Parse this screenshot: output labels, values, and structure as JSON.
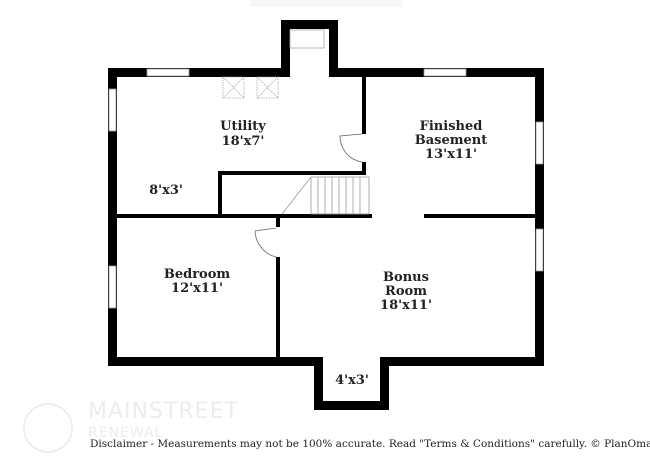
{
  "rooms": {
    "utility": {
      "name": "Utility",
      "size": "18'x7'"
    },
    "closet_left": {
      "size": "8'x3'"
    },
    "finished_basement": {
      "name_line1": "Finished",
      "name_line2": "Basement",
      "size": "13'x11'"
    },
    "bedroom": {
      "name": "Bedroom",
      "size": "12'x11'"
    },
    "bonus_room": {
      "name_line1": "Bonus",
      "name_line2": "Room",
      "size": "18'x11'"
    },
    "alcove": {
      "size": "4'x3'"
    }
  },
  "watermark": {
    "line1": "MAINSTREET",
    "line2": "RENEWAL"
  },
  "disclaimer": "Disclaimer - Measurements may not be 100% accurate. Read \"Terms & Conditions\" carefully. © PlanOmatic",
  "colors": {
    "wall": "#000000",
    "window": "#ffffff",
    "watermark": "#ececec"
  }
}
